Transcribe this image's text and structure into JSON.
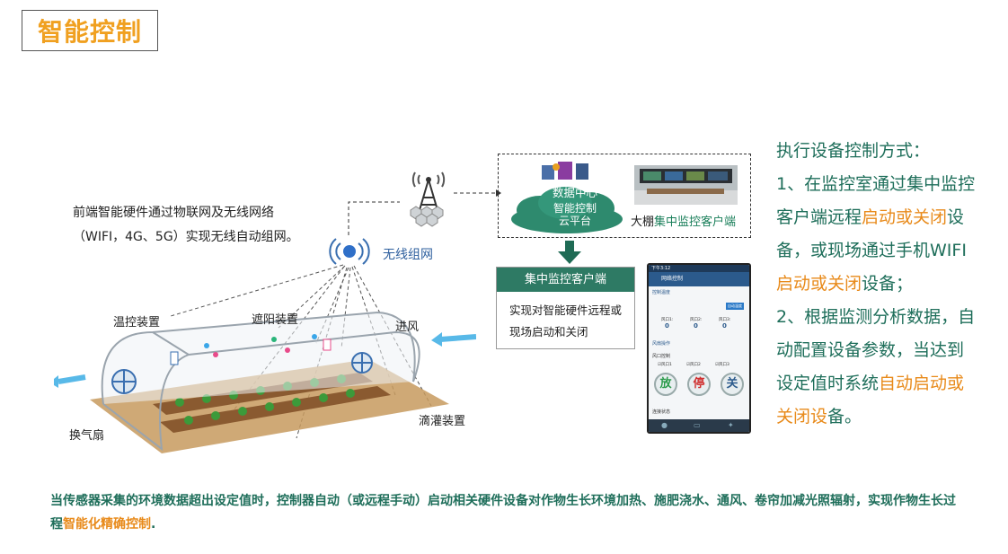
{
  "title": "智能控制",
  "intro": "前端智能硬件通过物联网及无线网络（WIFI，4G、5G）实现无线自动组网。",
  "wireless_label": "无线组网",
  "greenhouse_labels": {
    "temp": "温控装置",
    "shade": "遮阳装置",
    "air_in": "进风",
    "exhaust": "换气扇",
    "drip": "滴灌装置"
  },
  "data_center": {
    "label": "数据中心",
    "cloud_line1": "智能控制",
    "cloud_line2": "云平台",
    "client_prefix": "大棚",
    "client_highlight": "集中监控客户端"
  },
  "client_box": {
    "header": "集中监控客户端",
    "body": "实现对智能硬件远程或现场启动和关闭"
  },
  "phone": {
    "status": "下午3:12",
    "header": "网络控制",
    "section1": "控制温度",
    "btn1": "自动温度",
    "fans": [
      "风口1:",
      "风口2:",
      "风口3:"
    ],
    "fan_vals": [
      "0",
      "0",
      "0"
    ],
    "section2": "风扇操作",
    "section3": "风口控制",
    "checks": [
      "风口1",
      "风口2",
      "风口3"
    ],
    "btn_open": "放",
    "btn_stop": "停",
    "btn_close": "关",
    "section4": "连接状态"
  },
  "right": {
    "heading": "执行设备控制方式：",
    "p1_a": "1、在监控室通过集中监控客户端远程",
    "p1_b": "启动或关闭",
    "p1_c": "设备，或现场通过手机WIFI",
    "p1_d": "启动或关闭",
    "p1_e": "设备；",
    "p2_a": "2、根据监测分析数据，自动配置设备参数，当达到设定值时系统",
    "p2_b": "自动启动或关闭设",
    "p2_c": "备。"
  },
  "bottom": {
    "text": "当传感器采集的环境数据超出设定值时，控制器自动（或远程手动）启动相关硬件设备对作物生长环境加热、施肥浇水、通风、卷帘加减光照辐射，实现作物生长过程",
    "highlight": "智能化精确控制",
    "end": "."
  },
  "colors": {
    "title": "#f0a020",
    "teal": "#2e7a64",
    "orange": "#e88a1a",
    "text_green": "#1e6e5a"
  }
}
